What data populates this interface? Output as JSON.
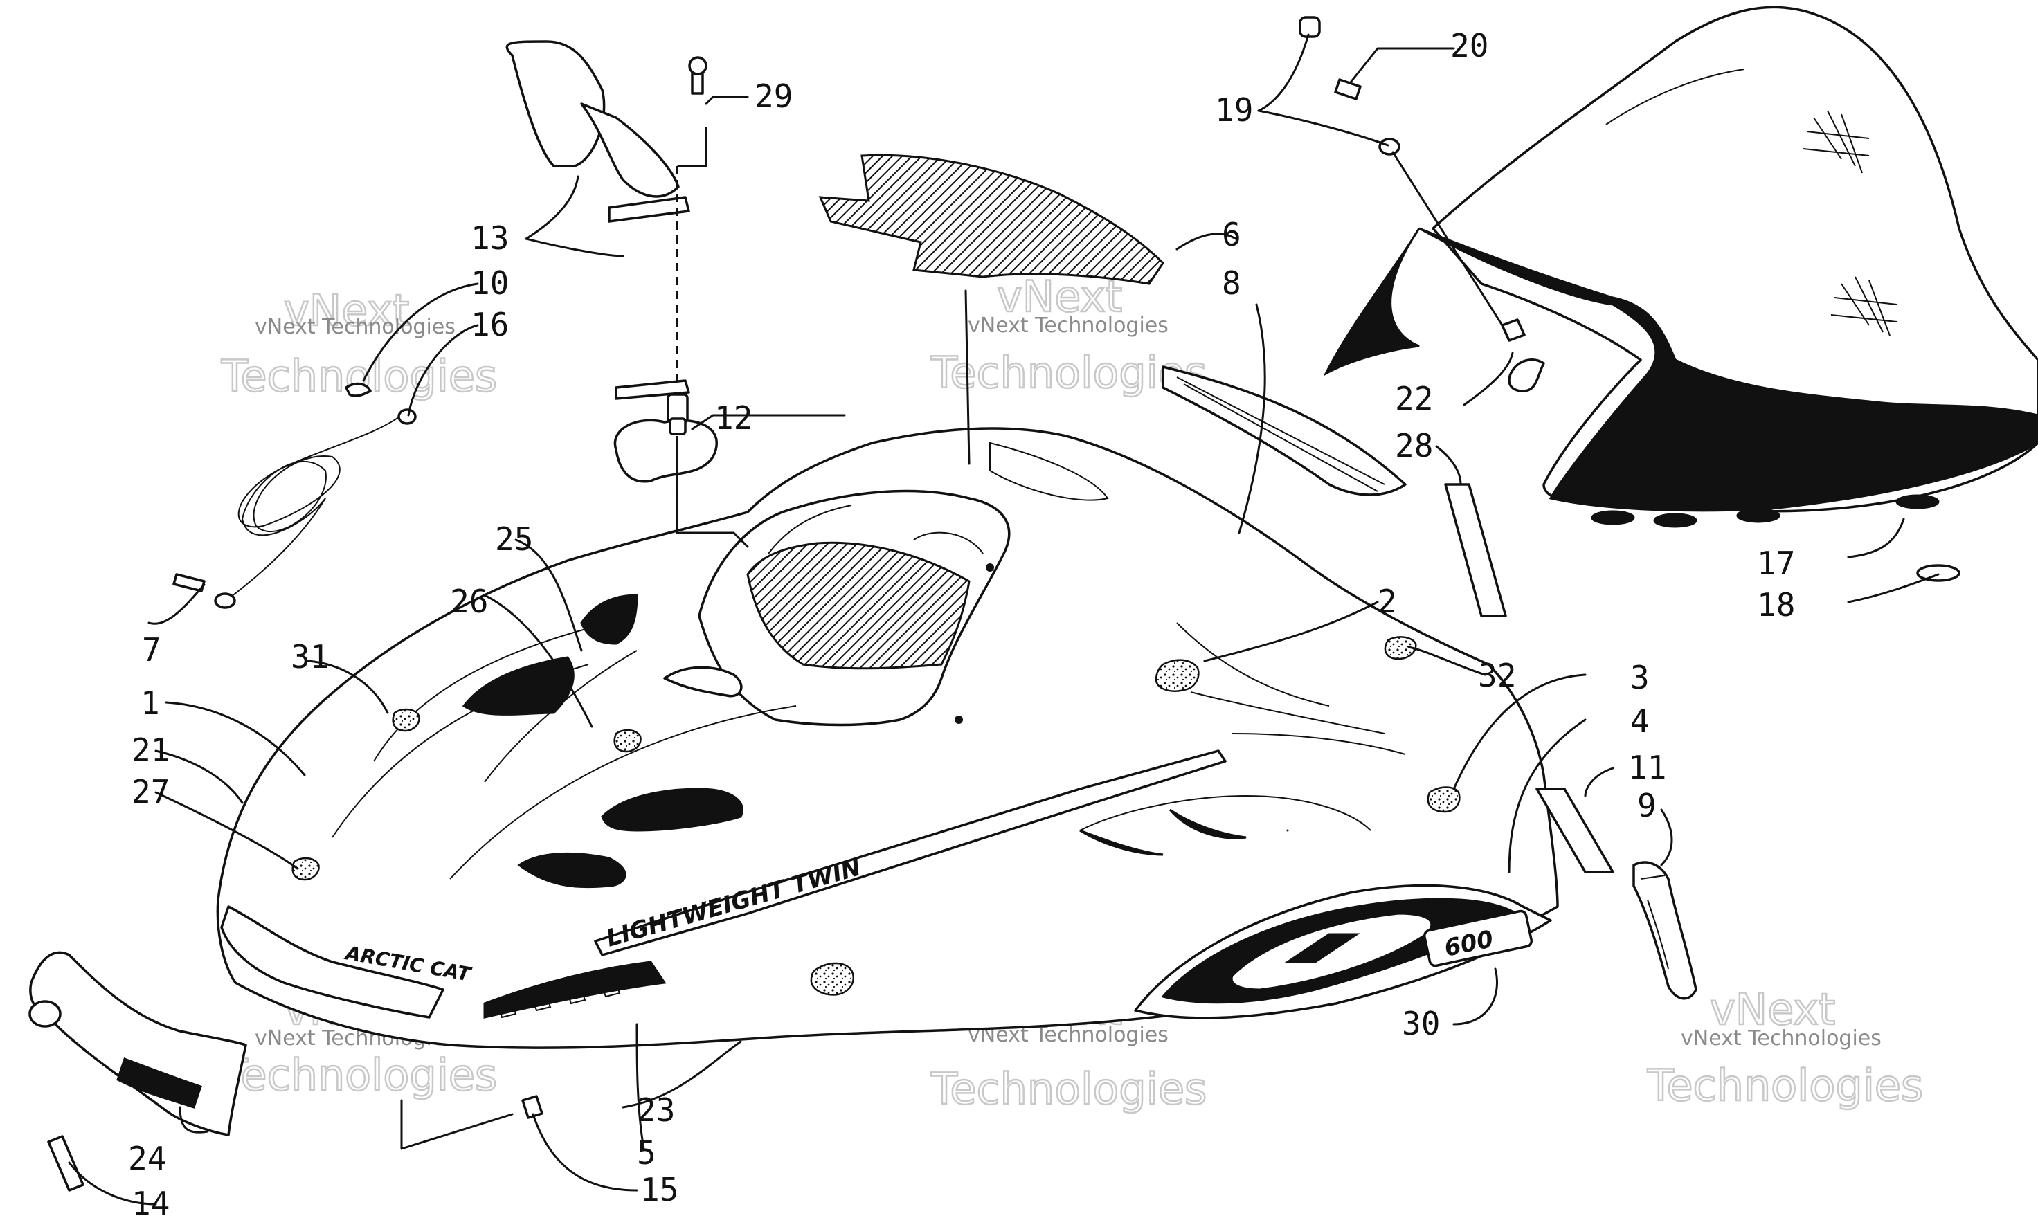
{
  "callouts": [
    {
      "id": "1",
      "label": "1"
    },
    {
      "id": "2",
      "label": "2"
    },
    {
      "id": "3",
      "label": "3"
    },
    {
      "id": "4",
      "label": "4"
    },
    {
      "id": "5",
      "label": "5"
    },
    {
      "id": "6",
      "label": "6"
    },
    {
      "id": "7",
      "label": "7"
    },
    {
      "id": "8",
      "label": "8"
    },
    {
      "id": "9",
      "label": "9"
    },
    {
      "id": "10",
      "label": "10"
    },
    {
      "id": "11",
      "label": "11"
    },
    {
      "id": "12",
      "label": "12"
    },
    {
      "id": "13",
      "label": "13"
    },
    {
      "id": "14",
      "label": "14"
    },
    {
      "id": "15",
      "label": "15"
    },
    {
      "id": "16",
      "label": "16"
    },
    {
      "id": "17",
      "label": "17"
    },
    {
      "id": "18",
      "label": "18"
    },
    {
      "id": "19",
      "label": "19"
    },
    {
      "id": "20",
      "label": "20"
    },
    {
      "id": "21",
      "label": "21"
    },
    {
      "id": "22",
      "label": "22"
    },
    {
      "id": "23",
      "label": "23"
    },
    {
      "id": "24",
      "label": "24"
    },
    {
      "id": "25",
      "label": "25"
    },
    {
      "id": "26",
      "label": "26"
    },
    {
      "id": "27",
      "label": "27"
    },
    {
      "id": "28",
      "label": "28"
    },
    {
      "id": "29",
      "label": "29"
    },
    {
      "id": "30",
      "label": "30"
    },
    {
      "id": "31",
      "label": "31"
    },
    {
      "id": "32",
      "label": "32"
    }
  ],
  "watermark": {
    "small": "vNext Technologies",
    "big_top": "vNext",
    "big_bottom": "Technologies"
  },
  "decals": {
    "brand": "ARCTIC CAT",
    "side_stripe": "LIGHTWEIGHT TWIN",
    "model_number": "600"
  }
}
